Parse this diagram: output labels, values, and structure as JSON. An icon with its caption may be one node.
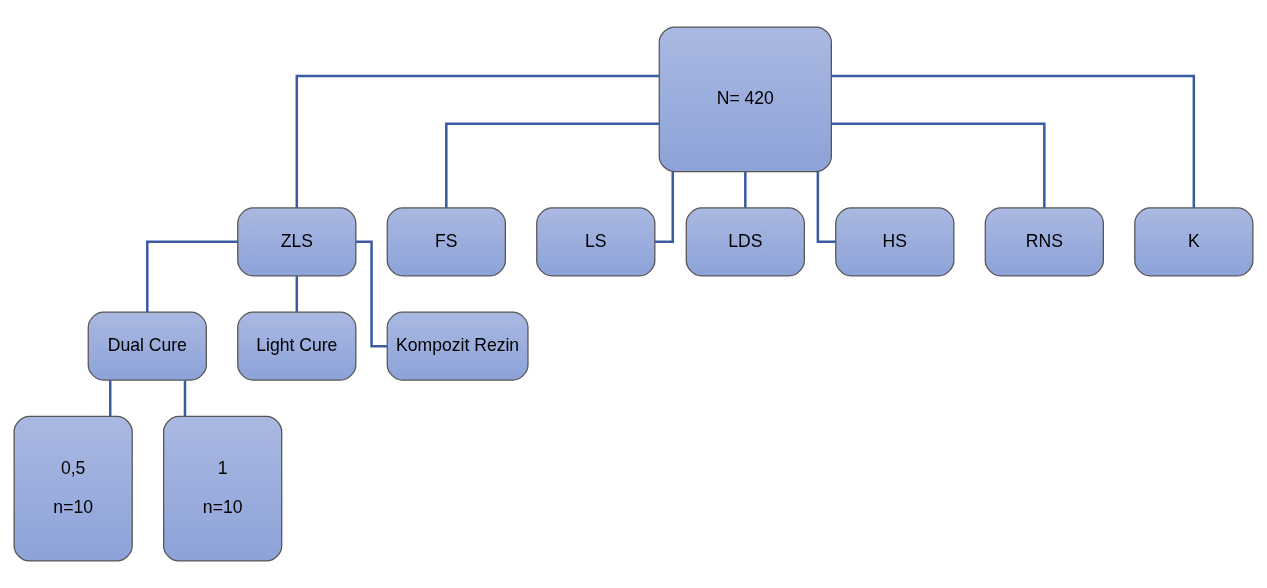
{
  "diagram": {
    "nodes": [
      {
        "text": [
          "N= 420"
        ]
      },
      {
        "text": [
          "ZLS"
        ]
      },
      {
        "text": [
          "FS"
        ]
      },
      {
        "text": [
          "LS"
        ]
      },
      {
        "text": [
          "LDS"
        ]
      },
      {
        "text": [
          "HS"
        ]
      },
      {
        "text": [
          "RNS"
        ]
      },
      {
        "text": [
          "K"
        ]
      },
      {
        "text": [
          "Dual Cure"
        ]
      },
      {
        "text": [
          "Light Cure"
        ]
      },
      {
        "text": [
          "Kompozit Rezin"
        ]
      },
      {
        "text": [
          "0,5",
          "n=10"
        ]
      },
      {
        "text": [
          "1",
          "n=10"
        ]
      }
    ],
    "edges": [
      {
        "from": 0,
        "to": 1,
        "arrow": "none"
      },
      {
        "from": 0,
        "to": 2,
        "arrow": "none"
      },
      {
        "from": 0,
        "to": 3,
        "arrow": "none"
      },
      {
        "from": 0,
        "to": 4,
        "arrow": "none"
      },
      {
        "from": 0,
        "to": 5,
        "arrow": "none"
      },
      {
        "from": 0,
        "to": 6,
        "arrow": "none"
      },
      {
        "from": 0,
        "to": 7,
        "arrow": "none"
      },
      {
        "from": 1,
        "to": 8,
        "arrow": "none"
      },
      {
        "from": 1,
        "to": 9,
        "arrow": "none"
      },
      {
        "from": 1,
        "to": 10,
        "arrow": "none"
      },
      {
        "from": 8,
        "to": 11,
        "arrow": "none"
      },
      {
        "from": 8,
        "to": 12,
        "arrow": "none"
      }
    ]
  }
}
